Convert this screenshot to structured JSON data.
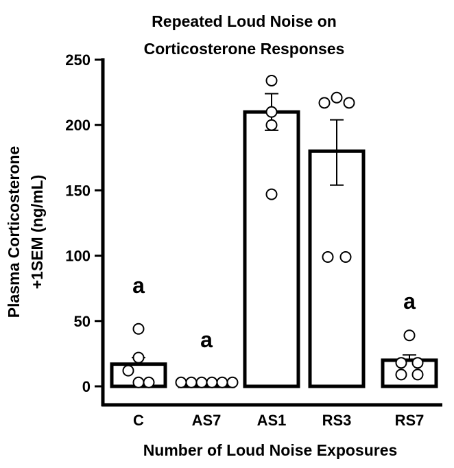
{
  "chart_data": {
    "type": "bar",
    "title": [
      "Repeated Loud Noise on",
      "Corticosterone Responses"
    ],
    "xlabel": "Number of Loud Noise Exposures",
    "ylabel": [
      "Plasma Corticosterone",
      "+1SEM (ng/mL)"
    ],
    "categories": [
      "C",
      "AS7",
      "AS1",
      "RS3",
      "RS7"
    ],
    "values": [
      17,
      3,
      210,
      180,
      20
    ],
    "error_upper": [
      22,
      3,
      224,
      204,
      24
    ],
    "error_lower": [
      null,
      null,
      196,
      154,
      null
    ],
    "points": [
      [
        44,
        22,
        12,
        3,
        3
      ],
      [
        3,
        3,
        3,
        3,
        3,
        3
      ],
      [
        234,
        210,
        200,
        147
      ],
      [
        217,
        221,
        217,
        99,
        99
      ],
      [
        39,
        18,
        18,
        9,
        9
      ]
    ],
    "significance_labels": [
      "a",
      "a",
      "",
      "",
      "a"
    ],
    "yticks": [
      0,
      50,
      100,
      150,
      200,
      250
    ],
    "ylim": [
      0,
      250
    ],
    "grid": false,
    "legend": "none",
    "bar_fill": "#ffffff",
    "bar_stroke": "#000000",
    "point_fill": "#ffffff",
    "point_stroke": "#000000"
  }
}
